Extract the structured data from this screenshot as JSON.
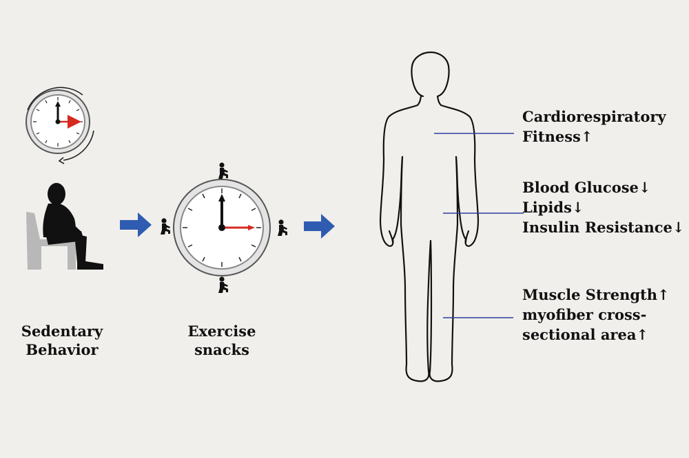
{
  "stages": {
    "sedentary": {
      "line1": "Sedentary",
      "line2": "Behavior"
    },
    "exercise": {
      "line1": "Exercise",
      "line2": "snacks"
    }
  },
  "outcomes": {
    "cardio": [
      "Cardiorespiratory",
      "Fitness↑"
    ],
    "metabolic": [
      "Blood Glucose↓",
      "Lipids↓",
      "Insulin Resistance↓"
    ],
    "muscle": [
      "Muscle Strength↑",
      "myofiber cross-",
      "sectional area↑"
    ]
  },
  "colors": {
    "background": "#f1efec",
    "arrow": "#2f5cb0",
    "connector": "#2b3f9c",
    "clock_hand_minute": "#d52a20",
    "chair": "#b8b8b8",
    "figure": "#111111"
  },
  "icons": [
    "rotating-clock-icon",
    "seated-person-icon",
    "chair-icon",
    "exercise-clock-icon",
    "squat-person-icon",
    "flow-arrow-icon",
    "human-body-outline"
  ]
}
